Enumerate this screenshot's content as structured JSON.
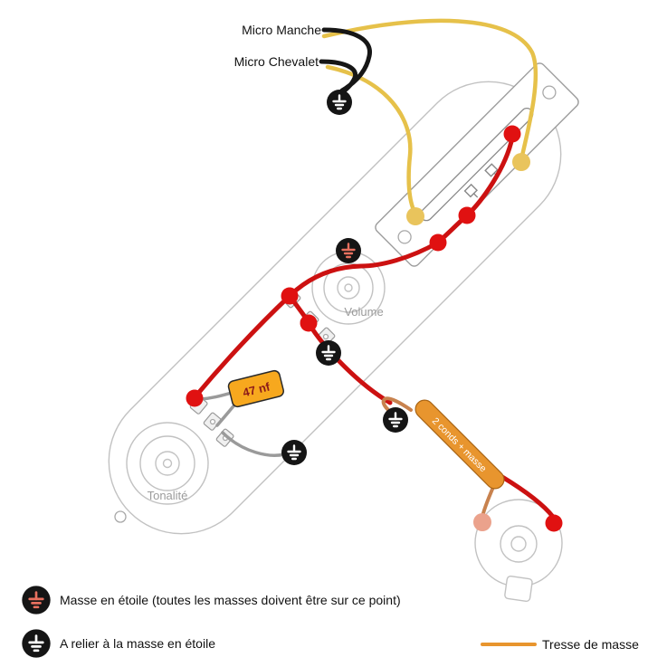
{
  "labels": {
    "neck_pickup": "Micro Manche",
    "bridge_pickup": "Micro Chevalet",
    "volume": "Volume",
    "tone": "Tonalité",
    "capacitor": "47 nf",
    "cable": "2 conds + masse"
  },
  "legend": {
    "star_ground": "Masse en étoile (toutes les masses doivent être sur ce point)",
    "to_star_ground": "A relier à la masse en étoile",
    "ground_braid": "Tresse de masse"
  },
  "colors": {
    "hot_wire": "#cc1111",
    "pickup_wire": "#e6c14a",
    "ground_wire": "#161616",
    "braid_wire": "#c8824e",
    "braid_fill": "#e8952e",
    "capacitor_fill": "#f7a81e",
    "capacitor_text": "#8b1a1a",
    "gray_wire": "#9a9a9a",
    "outline": "#c2c2c2",
    "solder_red": "#e01111",
    "solder_yellow": "#e9c45c",
    "solder_pink": "#eba28c",
    "star_symbol": "#e8705f",
    "ground_fill": "#151515"
  }
}
